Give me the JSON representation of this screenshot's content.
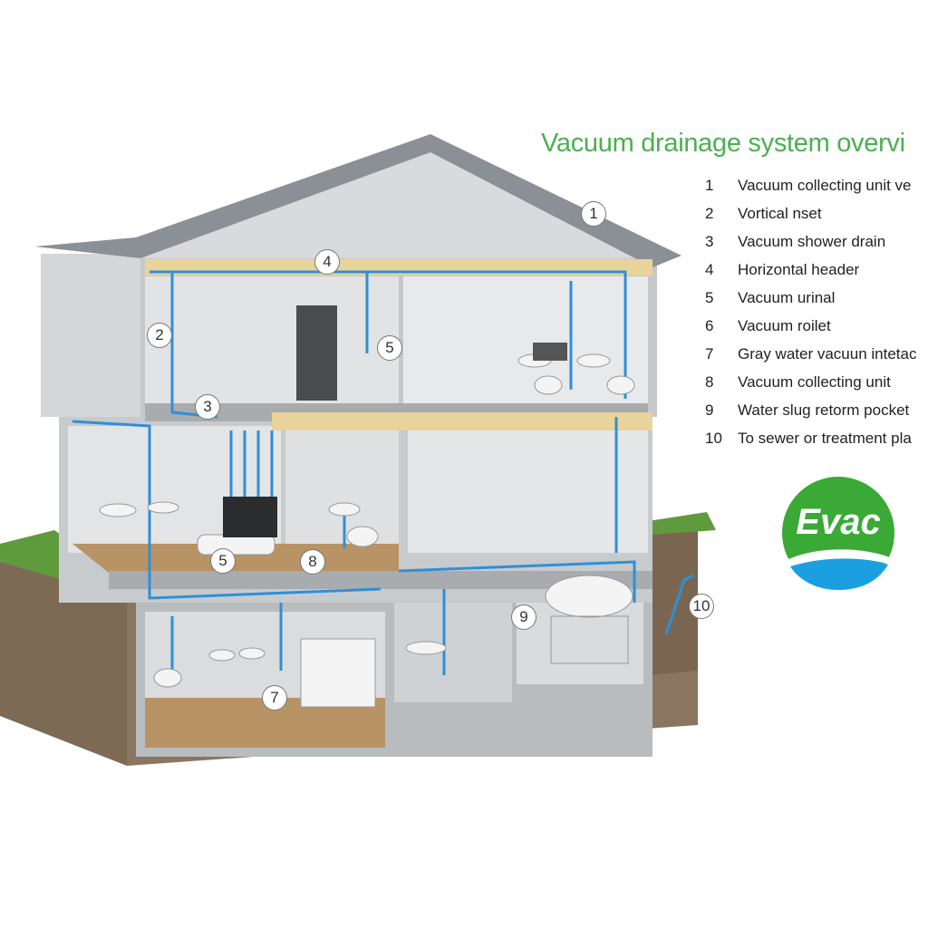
{
  "title": "Vacuum drainage system overvi",
  "legend": [
    {
      "num": "1",
      "label": "Vacuum collecting unit ve"
    },
    {
      "num": "2",
      "label": "Vortical nset"
    },
    {
      "num": "3",
      "label": "Vacuum shower drain"
    },
    {
      "num": "4",
      "label": "Horizontal header"
    },
    {
      "num": "5",
      "label": "Vacuum urinal"
    },
    {
      "num": "6",
      "label": "Vacuum roilet"
    },
    {
      "num": "7",
      "label": "Gray water vacuun intetac"
    },
    {
      "num": "8",
      "label": "Vacuum collecting unit"
    },
    {
      "num": "9",
      "label": "Water slug retorm pocket"
    },
    {
      "num": "10",
      "label": "To sewer or treatment pla"
    }
  ],
  "callouts": [
    "1",
    "2",
    "3",
    "4",
    "5",
    "5",
    "7",
    "8",
    "9",
    "10"
  ],
  "logo": {
    "text": "Evac",
    "colors": {
      "green": "#3aa935",
      "blue": "#1aa0e0"
    }
  },
  "colors": {
    "title": "#4caf50",
    "pipe": "#2f8fd8",
    "roof": "#8a9096",
    "siding": "#d4d6d8",
    "soil": "#7d6a55",
    "grass": "#5f9a3c",
    "floor": "#b89366"
  }
}
